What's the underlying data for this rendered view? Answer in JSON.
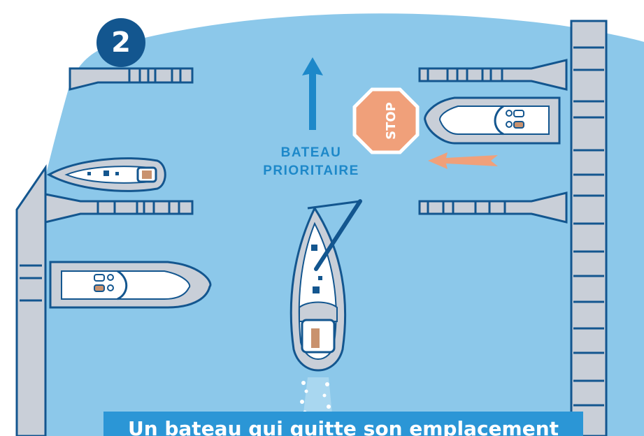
{
  "step_number": "2",
  "priority_label": {
    "line1": "BATEAU",
    "line2": "PRIORITAIRE"
  },
  "stop_sign_text": "STOP",
  "caption": "Un bateau qui quitte son emplacement",
  "colors": {
    "water": "#8cc8ea",
    "water_dark": "#2b96d6",
    "pier": "#c9cfd8",
    "outline": "#13568f",
    "badge": "#13568f",
    "stop_sign": "#f0a07a",
    "arrow_orange": "#f0a07a",
    "arrow_blue": "#1d88c9",
    "hull_gray": "#c9cfd8",
    "seat_tan": "#c9926e"
  },
  "icons": {
    "badge": "step-number-badge",
    "up_arrow": "arrow-up-icon",
    "left_arrow": "arrow-left-icon",
    "stop": "stop-sign-icon"
  }
}
